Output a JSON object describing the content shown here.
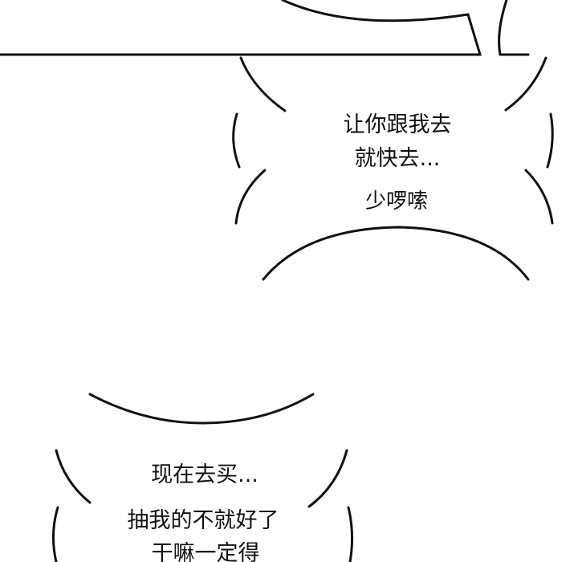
{
  "bubbles": {
    "upper": {
      "line1": "让你跟我去",
      "line2": "就快去...",
      "line3": "少啰嗦"
    },
    "lower": {
      "line1": "现在去买...",
      "line2": "抽我的不就好了",
      "line3": "干嘛一定得"
    }
  }
}
